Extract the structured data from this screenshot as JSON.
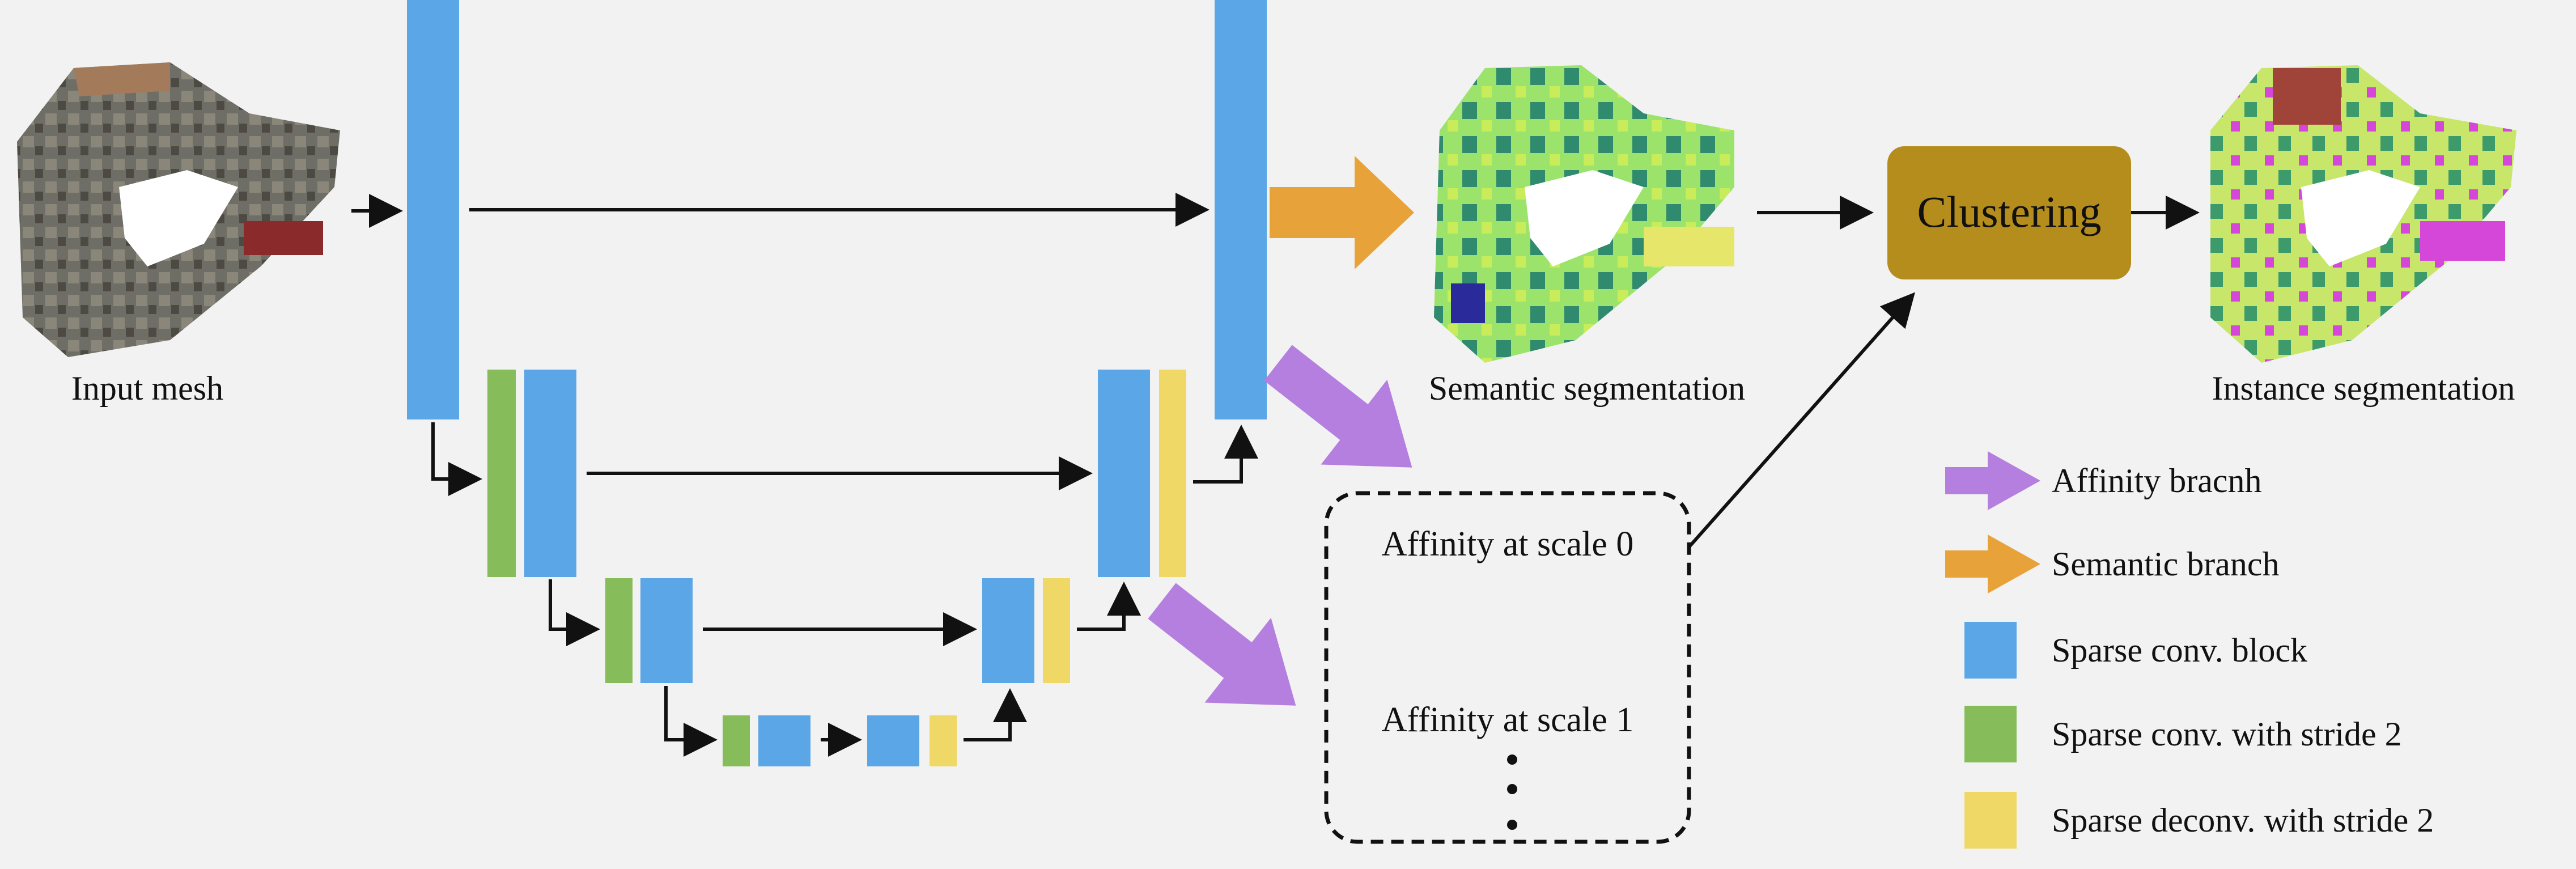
{
  "labels": {
    "input_mesh": "Input mesh",
    "semantic_segmentation": "Semantic segmentation",
    "instance_segmentation": "Instance segmentation",
    "clustering": "Clustering",
    "affinity_scale_0": "Affinity at scale 0",
    "affinity_scale_1": "Affinity at scale 1"
  },
  "legend": [
    {
      "label": "Affinity bracnh",
      "kind": "arrow",
      "color": "#b57fe0"
    },
    {
      "label": "Semantic branch",
      "kind": "arrow",
      "color": "#e8a23a"
    },
    {
      "label": "Sparse conv. block",
      "kind": "box",
      "color": "#5aa6e6"
    },
    {
      "label": "Sparse conv. with stride 2",
      "kind": "box",
      "color": "#86bd5a"
    },
    {
      "label": "Sparse deconv. with stride 2",
      "kind": "box",
      "color": "#efd865"
    }
  ],
  "colors": {
    "background": "#f2f2f2",
    "sparse_conv_block": "#5aa6e6",
    "sparse_conv_stride2": "#86bd5a",
    "sparse_deconv_stride2": "#efd865",
    "affinity_branch": "#b57fe0",
    "semantic_branch": "#e8a23a",
    "clustering_box": "#b48d1d"
  }
}
